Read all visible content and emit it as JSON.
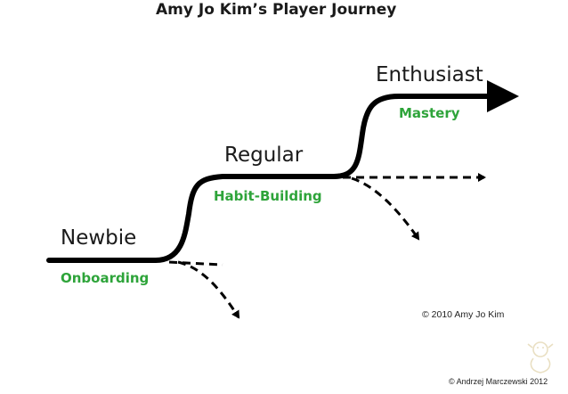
{
  "title": "Amy Jo Kim’s Player Journey",
  "stages": [
    {
      "name": "Newbie",
      "phase": "Onboarding"
    },
    {
      "name": "Regular",
      "phase": "Habit-Building"
    },
    {
      "name": "Enthusiast",
      "phase": "Mastery"
    }
  ],
  "credits": {
    "kim": "© 2010 Amy Jo Kim",
    "marczewski": "© Andrzej Marczewski 2012"
  },
  "colors": {
    "path": "#000000",
    "phase_text": "#2ea43a",
    "text": "#1a1a1a"
  },
  "icons": {
    "logo": "cartoon-mark-icon"
  }
}
